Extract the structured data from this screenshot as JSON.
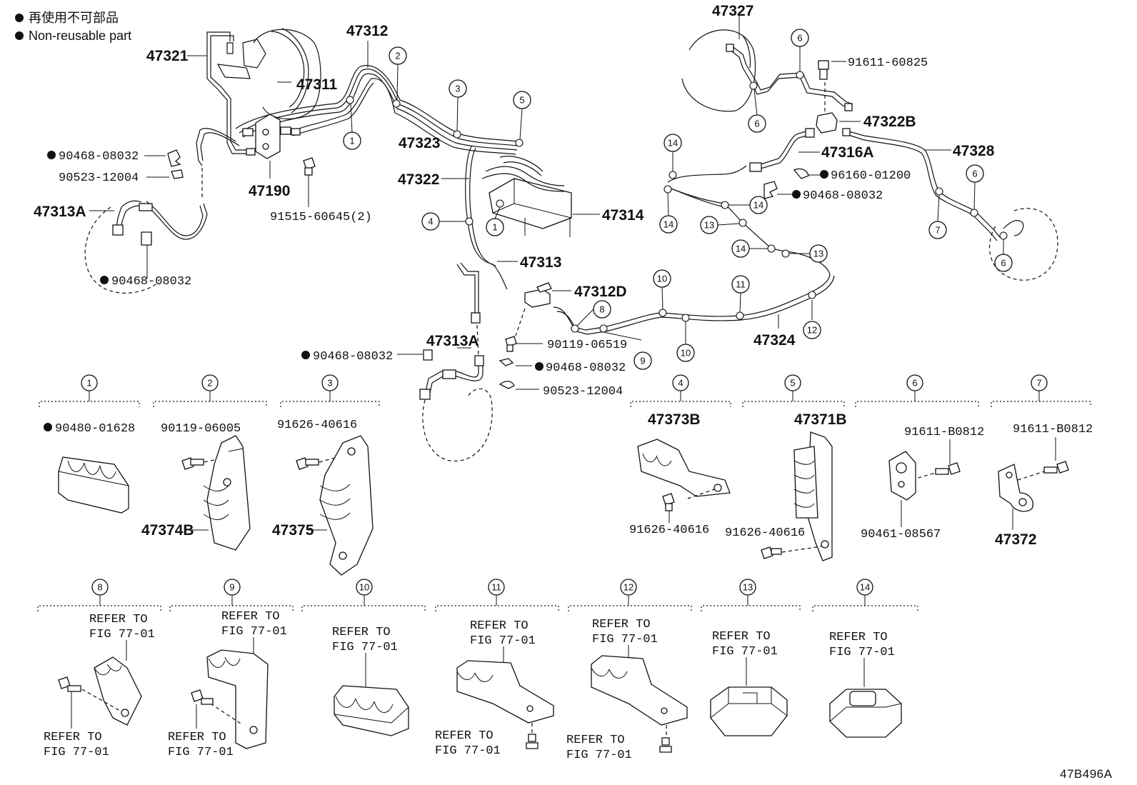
{
  "legend": {
    "line1_jp": "再使用不可部品",
    "line2_en": "Non-reusable part"
  },
  "figure_code": "47B496A",
  "main_labels": {
    "p47321": "47321",
    "p47312": "47312",
    "p47311": "47311",
    "p47323": "47323",
    "p47322": "47322",
    "p47190": "47190",
    "p91515": "91515-60645(2)",
    "p90468_a": "90468-08032",
    "p90523_a": "90523-12004",
    "p47313A_left": "47313A",
    "p90468_b": "90468-08032",
    "p47314": "47314",
    "p47313": "47313",
    "p47312D": "47312D",
    "p90119_06519": "90119-06519",
    "p90468_c": "90468-08032",
    "p90523_b": "90523-12004",
    "p47313A_center": "47313A",
    "p90468_d": "90468-08032",
    "p47327": "47327",
    "p91611_60825": "91611-60825",
    "p47322B": "47322B",
    "p47316A": "47316A",
    "p96160": "96160-01200",
    "p90468_e": "90468-08032",
    "p47328": "47328",
    "p47324": "47324"
  },
  "callouts": {
    "c1": "1",
    "c2": "2",
    "c3": "3",
    "c4": "4",
    "c5": "5",
    "c6": "6",
    "c7": "7",
    "c8": "8",
    "c9": "9",
    "c10": "10",
    "c11": "11",
    "c12": "12",
    "c13": "13",
    "c14": "14"
  },
  "details": {
    "d1": {
      "num": "1",
      "part": "90480-01628"
    },
    "d2": {
      "num": "2",
      "bolt": "90119-06005",
      "part": "47374B"
    },
    "d3": {
      "num": "3",
      "bolt": "91626-40616",
      "part": "47375"
    },
    "d4": {
      "num": "4",
      "part": "47373B",
      "bolt": "91626-40616"
    },
    "d5": {
      "num": "5",
      "part": "47371B",
      "bolt": "91626-40616"
    },
    "d6": {
      "num": "6",
      "bolt": "91611-B0812",
      "part": "90461-08567"
    },
    "d7": {
      "num": "7",
      "bolt": "91611-B0812",
      "part": "47372"
    },
    "d8": {
      "num": "8",
      "ref_top_1": "REFER TO",
      "ref_top_2": "FIG 77-01",
      "ref_bot_1": "REFER TO",
      "ref_bot_2": "FIG 77-01"
    },
    "d9": {
      "num": "9",
      "ref_top_1": "REFER TO",
      "ref_top_2": "FIG 77-01",
      "ref_bot_1": "REFER TO",
      "ref_bot_2": "FIG 77-01"
    },
    "d10": {
      "num": "10",
      "ref_top_1": "REFER TO",
      "ref_top_2": "FIG 77-01"
    },
    "d11": {
      "num": "11",
      "ref_top_1": "REFER TO",
      "ref_top_2": "FIG 77-01",
      "ref_bot_1": "REFER TO",
      "ref_bot_2": "FIG 77-01"
    },
    "d12": {
      "num": "12",
      "ref_top_1": "REFER TO",
      "ref_top_2": "FIG 77-01",
      "ref_bot_1": "REFER TO",
      "ref_bot_2": "FIG 77-01"
    },
    "d13": {
      "num": "13",
      "ref_top_1": "REFER TO",
      "ref_top_2": "FIG 77-01"
    },
    "d14": {
      "num": "14",
      "ref_top_1": "REFER TO",
      "ref_top_2": "FIG 77-01"
    }
  }
}
